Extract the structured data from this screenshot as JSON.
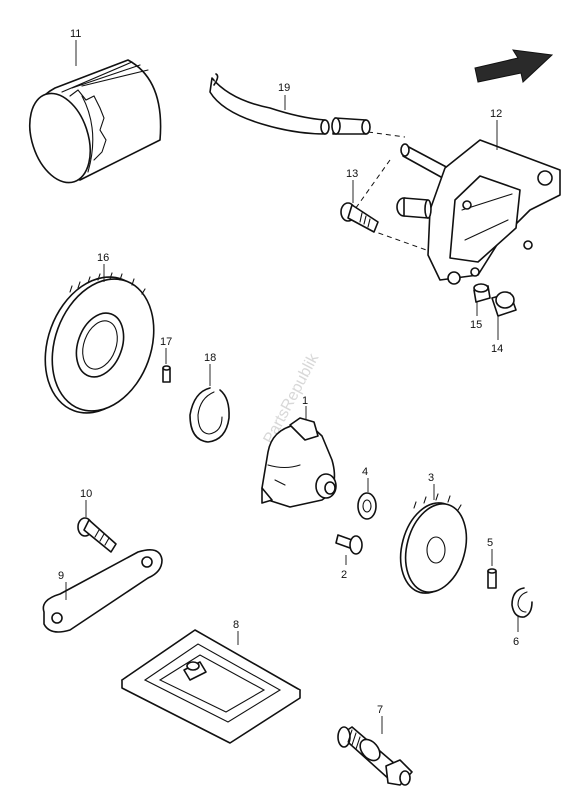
{
  "watermark": "PartsRepublik",
  "arrow_icon": "direction-arrow-icon",
  "callouts": [
    "1",
    "2",
    "3",
    "4",
    "5",
    "6",
    "7",
    "8",
    "9",
    "10",
    "11",
    "12",
    "13",
    "14",
    "15",
    "16",
    "17",
    "18",
    "19"
  ]
}
